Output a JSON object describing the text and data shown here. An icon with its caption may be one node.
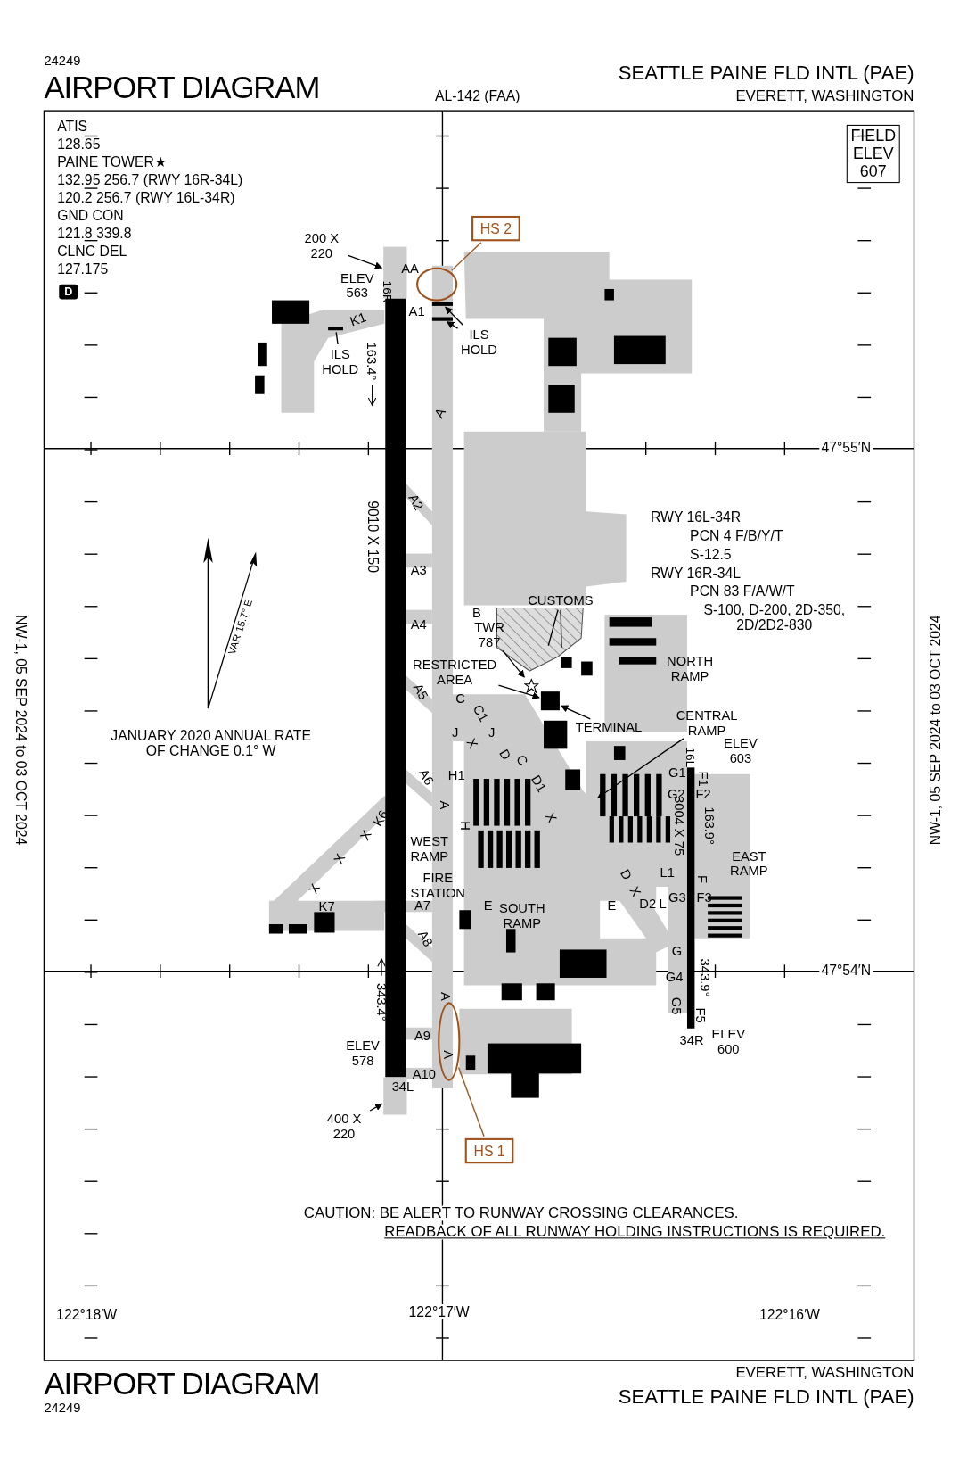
{
  "diagram": {
    "title": "AIRPORT DIAGRAM",
    "nodes": [
      {
        "text": [
          "HS 2"
        ]
      },
      {
        "text": [],
        "shape": "ellipse"
      },
      {
        "text": [
          "HS 1"
        ]
      },
      {
        "text": [],
        "shape": "ellipse"
      },
      {
        "text": [
          "200 X 220"
        ]
      },
      {
        "text": [
          "400 X 220"
        ]
      },
      {
        "text": [
          "TWR 787"
        ]
      },
      {
        "text": [
          "RESTRICTED AREA"
        ]
      },
      {
        "text": [
          "TERMINAL"
        ]
      },
      {
        "text": [
          "CENTRAL RAMP"
        ]
      },
      {
        "text": [
          "ILS HOLD"
        ]
      },
      {
        "text": [
          "ILS HOLD"
        ]
      },
      {
        "text": [
          "CUSTOMS"
        ]
      },
      {
        "text": [
          "FIELD ELEV 607"
        ]
      },
      {
        "text": [
          "D"
        ]
      },
      {
        "text": [],
        "shape": "star"
      },
      {
        "text": [],
        "shape": "bar"
      },
      {
        "text": [],
        "shape": "bar"
      },
      {
        "text": [],
        "shape": "bar"
      },
      {
        "text": [],
        "shape": "bar"
      },
      {
        "text": [],
        "shape": "bar"
      },
      {
        "text": [],
        "shape": "box"
      }
    ],
    "edges": [
      {
        "from": 0,
        "to": 1,
        "arrow": "none",
        "color": "#a0521c"
      },
      {
        "from": 2,
        "to": 3,
        "arrow": "none",
        "color": "#a0521c"
      },
      {
        "from": 4,
        "to": 16,
        "arrow": "to"
      },
      {
        "from": 5,
        "to": 17,
        "arrow": "to"
      },
      {
        "from": 6,
        "to": 15,
        "arrow": "to"
      },
      {
        "from": 7,
        "to": 21,
        "arrow": "to"
      },
      {
        "from": 8,
        "to": 21,
        "arrow": "to"
      },
      {
        "from": 9,
        "to": null,
        "arrow": "to"
      },
      {
        "from": 10,
        "to": 18,
        "arrow": "to"
      },
      {
        "from": 10,
        "to": 19,
        "arrow": "to"
      },
      {
        "from": 11,
        "to": 20,
        "arrow": "none"
      },
      {
        "from": 12,
        "to": null,
        "arrow": "none"
      },
      {
        "from": 12,
        "to": null,
        "arrow": "none"
      }
    ],
    "labels": [
      "24249",
      "SEATTLE PAINE FLD INTL (PAE)",
      "AL-142 (FAA)",
      "EVERETT, WASHINGTON",
      "ATIS",
      "128.65",
      "PAINE TOWER★",
      "132.95 256.7 (RWY 16R-34L)",
      "120.2 256.7 (RWY 16L-34R)",
      "GND CON",
      "121.8 339.8",
      "CLNC DEL",
      "127.175",
      "ELEV 563",
      "16R",
      "AA",
      "A1",
      "K1",
      "163.4°",
      "A",
      "47°55′N",
      "RWY 16L-34R",
      "PCN 4 F/B/Y/T",
      "S-12.5",
      "RWY 16R-34L",
      "PCN 83 F/A/W/T",
      "S-100, D-200, 2D-350, 2D/2D2-830",
      "A2",
      "9010 X 150",
      "A3",
      "B",
      "A4",
      "NORTH RAMP",
      "VAR 15.7° E",
      "JANUARY 2020 ANNUAL RATE OF CHANGE 0.1° W",
      "NW-1, 05 SEP 2024 to 03 OCT 2024",
      "NW-1, 05 SEP 2024 to 03 OCT 2024",
      "A5",
      "C",
      "C1",
      "J",
      "J",
      "X",
      "D",
      "C",
      "D1",
      "16L",
      "ELEV 603",
      "G1",
      "F1",
      "G2",
      "F2",
      "3004 X 75",
      "163.9°",
      "A6",
      "H1",
      "K6",
      "H",
      "X",
      "X",
      "X",
      "X",
      "WEST RAMP",
      "A",
      "FIRE STATION",
      "A7",
      "E",
      "SOUTH RAMP",
      "D",
      "X",
      "E",
      "D2",
      "L",
      "G3",
      "F3",
      "L1",
      "F",
      "EAST RAMP",
      "K7",
      "A8",
      "47°54′N",
      "G",
      "G4",
      "343.9°",
      "G5",
      "F5",
      "343.4°",
      "A",
      "A9",
      "A",
      "ELEV 578",
      "A10",
      "34L",
      "34R",
      "ELEV 600",
      "CAUTION: BE ALERT TO RUNWAY CROSSING CLEARANCES.",
      "READBACK OF ALL RUNWAY HOLDING INSTRUCTIONS IS REQUIRED.",
      "122°18′W",
      "122°17′W",
      "122°16′W",
      "EVERETT, WASHINGTON",
      "AIRPORT DIAGRAM",
      "SEATTLE PAINE FLD INTL (PAE)",
      "24249"
    ]
  }
}
